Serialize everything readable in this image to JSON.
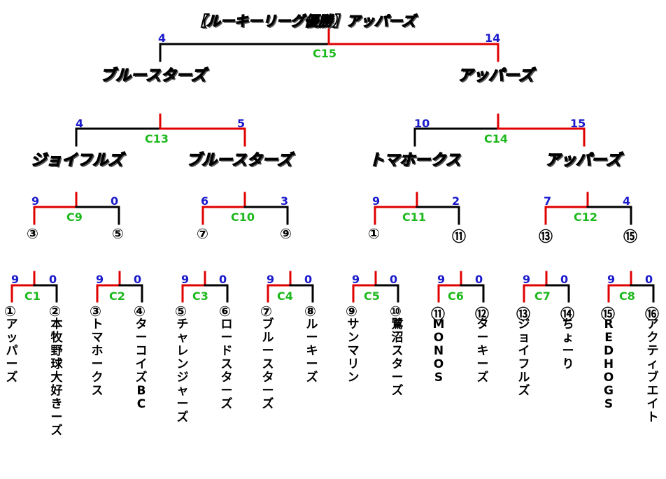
{
  "title": "【ルーキーリーグ優勝】アッパーズ",
  "colors": {
    "winner_line": "#e00000",
    "loser_line": "#000000",
    "score": "#1a1acc",
    "code": "#1cb81c"
  },
  "final": {
    "code": "C15",
    "left_score": "4",
    "right_score": "14",
    "left_team": "ブルースターズ",
    "right_team": "アッパーズ"
  },
  "semis": [
    {
      "code": "C13",
      "left_score": "4",
      "right_score": "5",
      "left_team": "ジョイフルズ",
      "right_team": "ブルースターズ"
    },
    {
      "code": "C14",
      "left_score": "10",
      "right_score": "15",
      "left_team": "トマホークス",
      "right_team": "アッパーズ"
    }
  ],
  "quarters": [
    {
      "code": "C9",
      "left_score": "9",
      "right_score": "0",
      "left_seed": "③",
      "right_seed": "⑤"
    },
    {
      "code": "C10",
      "left_score": "6",
      "right_score": "3",
      "left_seed": "⑦",
      "right_seed": "⑨"
    },
    {
      "code": "C11",
      "left_score": "9",
      "right_score": "2",
      "left_seed": "①",
      "right_seed": "⑪"
    },
    {
      "code": "C12",
      "left_score": "7",
      "right_score": "4",
      "left_seed": "⑬",
      "right_seed": "⑮"
    }
  ],
  "first_round": [
    {
      "code": "C1",
      "left_score": "9",
      "right_score": "0",
      "left_seed": "①",
      "left_name": "アッパーズ",
      "right_seed": "②",
      "right_name": "本牧野球大好きーズ"
    },
    {
      "code": "C2",
      "left_score": "9",
      "right_score": "0",
      "left_seed": "③",
      "left_name": "トマホークス",
      "right_seed": "④",
      "right_name": "ターコイズBC"
    },
    {
      "code": "C3",
      "left_score": "9",
      "right_score": "0",
      "left_seed": "⑤",
      "left_name": "チャレンジャーズ",
      "right_seed": "⑥",
      "right_name": "ロードスターズ"
    },
    {
      "code": "C4",
      "left_score": "9",
      "right_score": "0",
      "left_seed": "⑦",
      "left_name": "ブルースターズ",
      "right_seed": "⑧",
      "right_name": "ルーキーズ"
    },
    {
      "code": "C5",
      "left_score": "9",
      "right_score": "0",
      "left_seed": "⑨",
      "left_name": "サンマリン",
      "right_seed": "⑩",
      "right_name": "鷺沼スターズ"
    },
    {
      "code": "C6",
      "left_score": "9",
      "right_score": "0",
      "left_seed": "⑪",
      "left_name": "MONOS",
      "right_seed": "⑫",
      "right_name": "ターキーズ"
    },
    {
      "code": "C7",
      "left_score": "9",
      "right_score": "0",
      "left_seed": "⑬",
      "left_name": "ジョイフルズ",
      "right_seed": "⑭",
      "right_name": "ちょーり"
    },
    {
      "code": "C8",
      "left_score": "9",
      "right_score": "0",
      "left_seed": "⑮",
      "left_name": "RED HOGS",
      "right_seed": "⑯",
      "right_name": "アクティブエイト"
    }
  ]
}
